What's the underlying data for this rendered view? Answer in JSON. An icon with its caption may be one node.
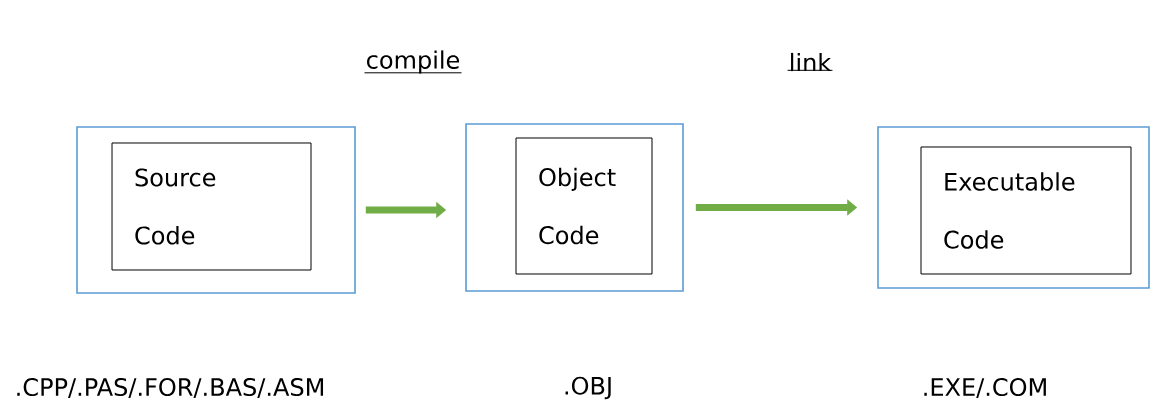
{
  "diagram": {
    "nodes": [
      {
        "text": [],
        "shape": "box",
        "beside": [
          ".CPP/.PAS/.FOR/.BAS/.ASM"
        ]
      },
      {
        "text": [
          "Source Code"
        ],
        "in": 0
      },
      {
        "text": [],
        "shape": "box",
        "beside": [
          ".OBJ"
        ]
      },
      {
        "text": [
          "Object Code"
        ],
        "in": 2
      },
      {
        "text": [],
        "shape": "box",
        "beside": [
          ".EXE/.COM"
        ]
      },
      {
        "text": [
          "Executable Code"
        ],
        "in": 4
      }
    ],
    "edges": [
      {
        "from": 0,
        "to": 2,
        "arrow": "to"
      },
      {
        "from": 2,
        "to": 4,
        "arrow": "to"
      }
    ],
    "labels": [
      "compile",
      "link"
    ]
  }
}
